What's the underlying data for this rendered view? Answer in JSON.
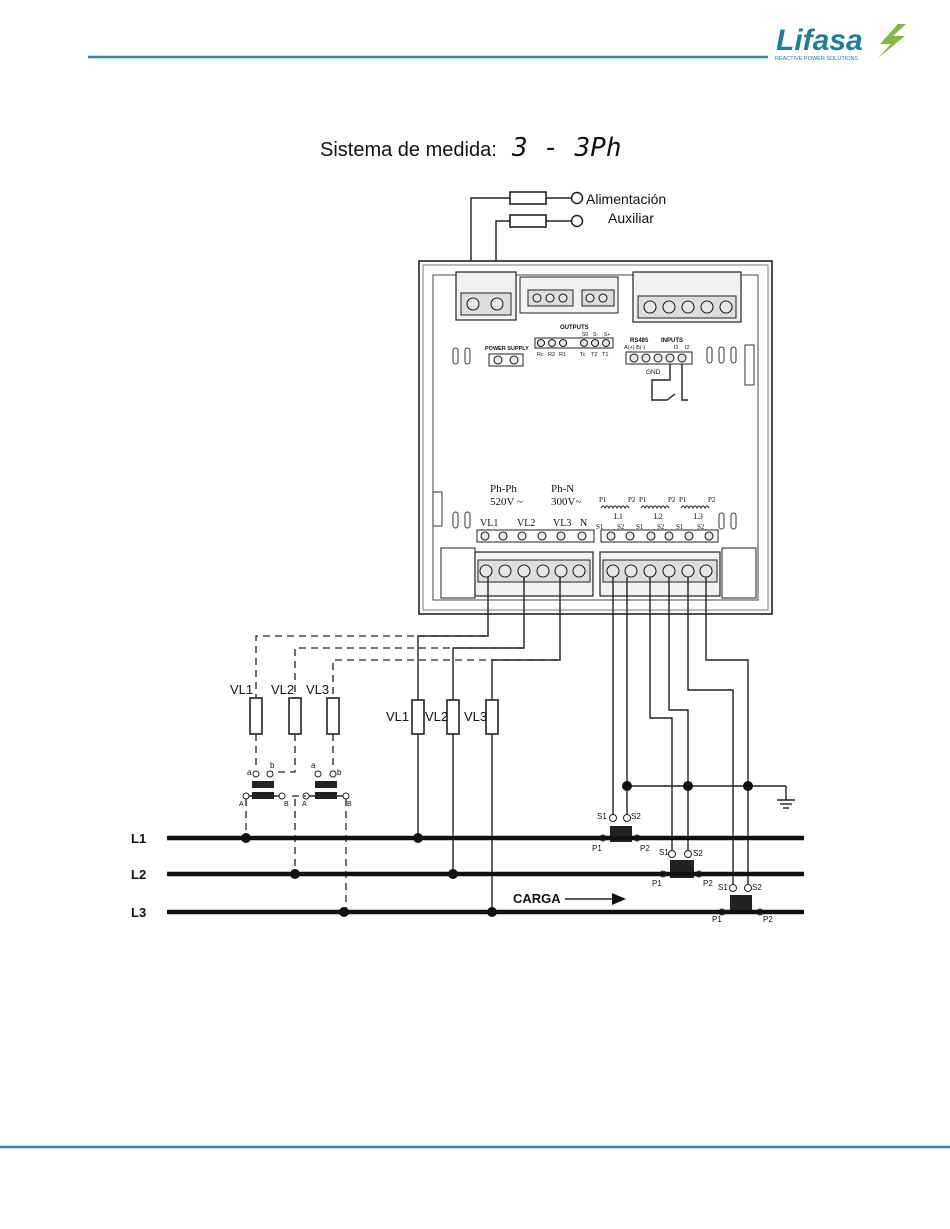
{
  "header": {
    "brand": "Lifasa",
    "tagline": "REACTIVE POWER SOLUTIONS",
    "rule_color": "#2e8aa5",
    "brand_color": "#1d7e9c",
    "bolt_color": "#7fba3c"
  },
  "heading": {
    "label": "Sistema de medida:",
    "display": "3 - 3Ph"
  },
  "supply": {
    "line1": "Alimentación",
    "line2": "Auxiliar"
  },
  "meter": {
    "outputs": "OUTPUTS",
    "power_supply": "POWER SUPPLY",
    "relay_labels": [
      "Rc",
      "R2",
      "R1",
      "Tc",
      "T2",
      "T1"
    ],
    "s_labels": [
      "S0",
      "S-",
      "S+"
    ],
    "rs485": "RS485",
    "rs485_ab": "A(+) B(-)",
    "inputs": "INPUTS",
    "inputs_i": [
      "I1",
      "I2"
    ],
    "gnd": "GND",
    "phph": "Ph-Ph",
    "phph_v": "520V ~",
    "phn": "Ph-N",
    "phn_v": "300V~",
    "v_labels": [
      "VL1",
      "VL2",
      "VL3",
      "N"
    ],
    "ct_p": [
      "P1",
      "P2",
      "P1",
      "P2",
      "P1",
      "P2"
    ],
    "ct_l": [
      "L1",
      "L2",
      "L3"
    ],
    "ct_s": [
      "S1",
      "S2",
      "S1",
      "S2",
      "S1",
      "S2"
    ]
  },
  "circuit": {
    "vt_labels": [
      "VL1",
      "VL2",
      "VL3"
    ],
    "direct_labels": [
      "VL1",
      "VL2",
      "VL3"
    ],
    "vt_sec": [
      "a",
      "b",
      "a",
      "b"
    ],
    "vt_pri": [
      "A",
      "B",
      "A",
      "B"
    ],
    "lines": [
      "L1",
      "L2",
      "L3"
    ],
    "load": "CARGA",
    "ct_secondary": [
      "S1",
      "S2"
    ],
    "ct_primary": [
      "P1",
      "P2"
    ]
  }
}
